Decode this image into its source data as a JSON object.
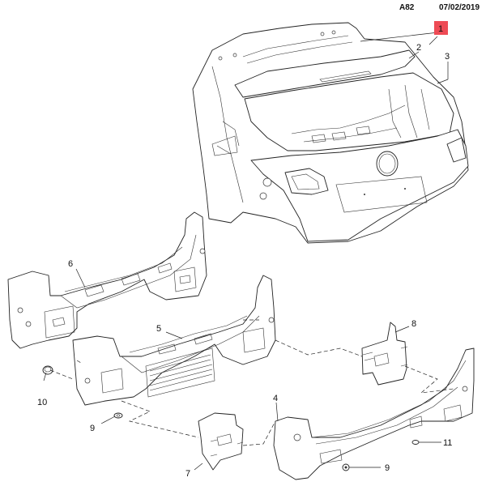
{
  "header": {
    "diagram_code": "A82",
    "date": "07/02/2019"
  },
  "highlight_color": "#ee4b55",
  "callouts": [
    {
      "id": "1",
      "label": "1",
      "highlighted": true
    },
    {
      "id": "2",
      "label": "2"
    },
    {
      "id": "3",
      "label": "3"
    },
    {
      "id": "4",
      "label": "4"
    },
    {
      "id": "5",
      "label": "5"
    },
    {
      "id": "6",
      "label": "6"
    },
    {
      "id": "7",
      "label": "7"
    },
    {
      "id": "8",
      "label": "8"
    },
    {
      "id": "9a",
      "label": "9"
    },
    {
      "id": "9b",
      "label": "9"
    },
    {
      "id": "10",
      "label": "10"
    },
    {
      "id": "11",
      "label": "11"
    }
  ]
}
